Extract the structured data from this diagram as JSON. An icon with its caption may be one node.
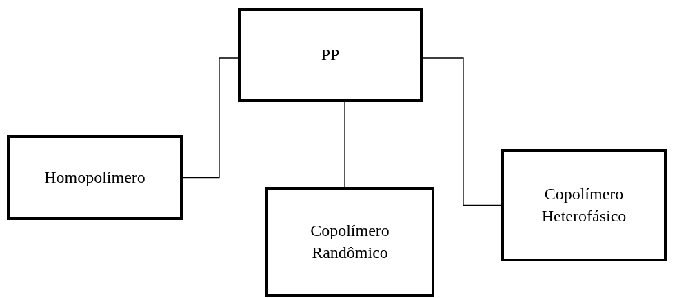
{
  "diagram": {
    "nodes": [
      {
        "text": [
          "PP"
        ]
      },
      {
        "text": [
          "Homopolímero"
        ]
      },
      {
        "text": [
          "Copolímero Randômico"
        ]
      },
      {
        "text": [
          "Copolímero Heterofásico"
        ]
      }
    ],
    "edges": [
      {
        "from": 0,
        "to": 1,
        "arrow": "none"
      },
      {
        "from": 0,
        "to": 2,
        "arrow": "none"
      },
      {
        "from": 0,
        "to": 3,
        "arrow": "none"
      }
    ]
  }
}
